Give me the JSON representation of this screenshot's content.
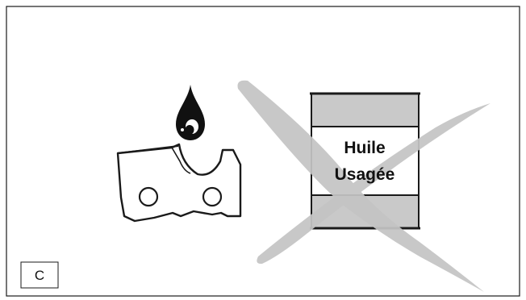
{
  "panel_label": "C",
  "oil_can": {
    "line1": "Huile",
    "line2": "Usagée"
  },
  "colors": {
    "outline": "#1a1a1a",
    "can_fill": "#c9c9c9",
    "cross": "#c4c4c4"
  },
  "icons": [
    "oil-drop-icon",
    "chain-cutter-link-icon",
    "oil-can-icon",
    "prohibition-cross-icon"
  ]
}
